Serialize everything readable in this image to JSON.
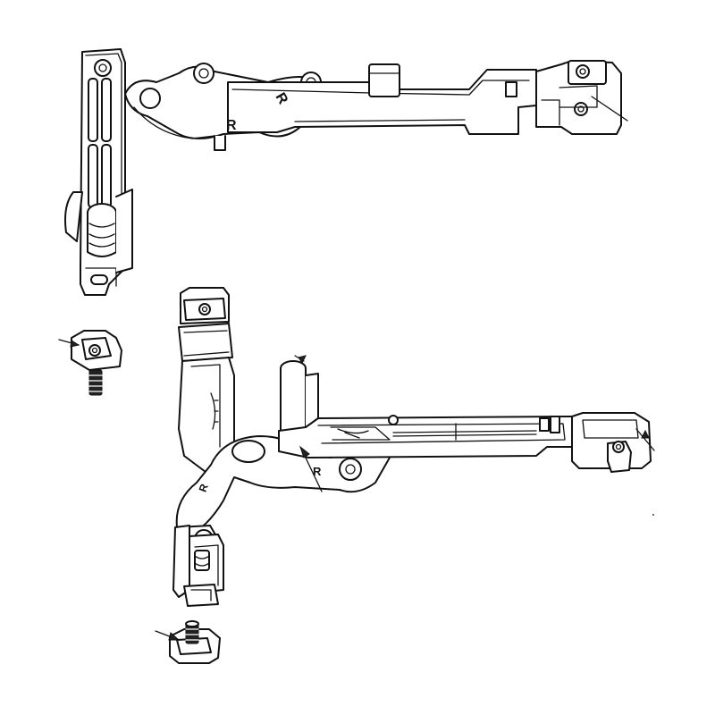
{
  "labels": {
    "upper_side_mark": "R",
    "upper_link_mark": "R",
    "lower_slide_mark": "R",
    "lower_link_mark": "R"
  }
}
